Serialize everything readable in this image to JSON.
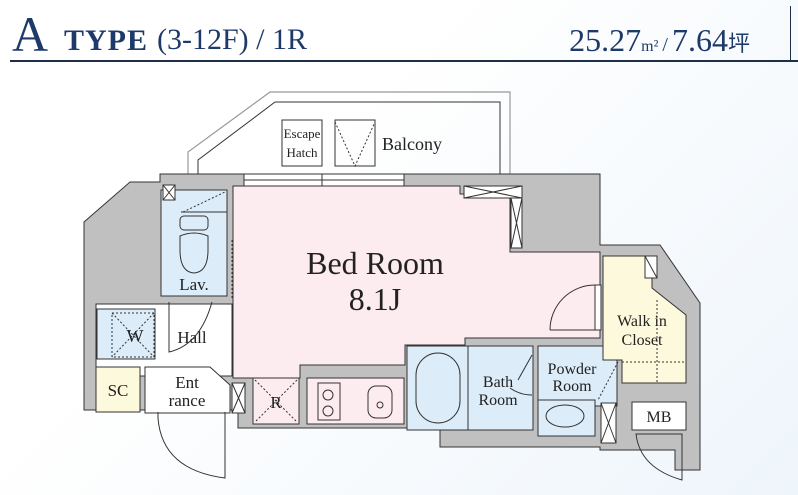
{
  "header": {
    "type_letter": "A",
    "type_word": "TYPE",
    "floors": "(3-12F) / 1R",
    "area_sqm": "25.27",
    "area_sqm_unit": "m²",
    "separator": "/",
    "area_tsubo": "7.64",
    "area_tsubo_unit": "坪"
  },
  "rooms": {
    "bedroom": {
      "label": "Bed Room",
      "size": "8.1J"
    },
    "balcony": "Balcony",
    "escape_hatch_1": "Escape",
    "escape_hatch_2": "Hatch",
    "lavatory": "Lav.",
    "washer": "W",
    "hall": "Hall",
    "shoe_closet": "SC",
    "entrance_1": "Ent",
    "entrance_2": "rance",
    "refrigerator": "R",
    "bath_1": "Bath",
    "bath_2": "Room",
    "powder_1": "Powder",
    "powder_2": "Room",
    "wic_1": "Walk in",
    "wic_2": "Closet",
    "meter_box": "MB"
  },
  "colors": {
    "wall": "#c0c0c0",
    "bedroom": "#fcebef",
    "wet": "#dcecf8",
    "closet": "#fcf9dc",
    "title": "#1e3a6b"
  }
}
